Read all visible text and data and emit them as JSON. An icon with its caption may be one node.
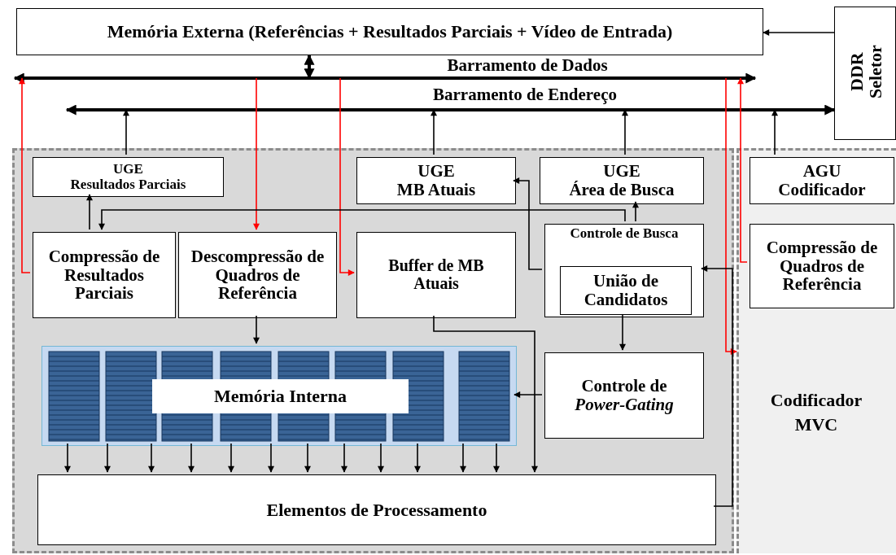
{
  "diagram": {
    "nodes": [
      {
        "text": [
          "Memória Externa (Referências + Resultados Parciais + Vídeo de Entrada)"
        ]
      },
      {
        "text": [
          "DDR Seletor"
        ]
      },
      {
        "text": [],
        "shape": "bar",
        "beside": [
          "Barramento de Dados"
        ]
      },
      {
        "text": [],
        "shape": "bar",
        "beside": [
          "Barramento de Endereço"
        ]
      },
      {
        "text": [],
        "shape": "box"
      },
      {
        "text": [
          "UGE",
          "Resultados Parciais"
        ],
        "in": 4
      },
      {
        "text": [
          "UGE",
          "MB Atuais"
        ],
        "in": 4
      },
      {
        "text": [
          "UGE",
          "Área de Busca"
        ],
        "in": 4
      },
      {
        "text": [
          "Compressão de Resultados Parciais"
        ],
        "in": 4
      },
      {
        "text": [
          "Descompressão de Quadros de Referência"
        ],
        "in": 4
      },
      {
        "text": [
          "Buffer de MB Atuais"
        ],
        "in": 4
      },
      {
        "text": [
          "Controle de Busca"
        ],
        "in": 4
      },
      {
        "text": [
          "União de Candidatos"
        ],
        "in": 11
      },
      {
        "text": [
          "Memória Interna"
        ],
        "in": 4
      },
      {
        "text": [
          "Controle de *Power-Gating*"
        ],
        "in": 4
      },
      {
        "text": [
          "Elementos de Processamento"
        ],
        "in": 4
      },
      {
        "text": [
          "Codificador MVC"
        ]
      },
      {
        "text": [
          "AGU",
          "Codificador"
        ],
        "in": 16
      },
      {
        "text": [
          "Compressão de Quadros de Referência"
        ],
        "in": 16
      }
    ],
    "edges": [
      {
        "from": 0,
        "to": 2,
        "arrow": "both",
        "style": "thick"
      },
      {
        "from": 1,
        "to": 0,
        "arrow": "to"
      },
      {
        "from": 3,
        "to": 1,
        "arrow": "to",
        "style": "thick"
      },
      {
        "from": 5,
        "to": 3,
        "arrow": "to"
      },
      {
        "from": 6,
        "to": 3,
        "arrow": "to"
      },
      {
        "from": 7,
        "to": 3,
        "arrow": "to"
      },
      {
        "from": 17,
        "to": 3,
        "arrow": "to"
      },
      {
        "from": 8,
        "to": 2,
        "arrow": "to",
        "color": "#ff0000"
      },
      {
        "from": 2,
        "to": 9,
        "arrow": "to",
        "color": "#ff0000"
      },
      {
        "from": 2,
        "to": 10,
        "arrow": "to",
        "color": "#ff0000"
      },
      {
        "from": 18,
        "to": 2,
        "arrow": "to",
        "color": "#ff0000"
      },
      {
        "from": 2,
        "to": 16,
        "arrow": "to",
        "color": "#ff0000"
      },
      {
        "from": 15,
        "to": 11,
        "arrow": "to"
      },
      {
        "from": 11,
        "to": 7,
        "arrow": "to"
      },
      {
        "from": 11,
        "to": 8,
        "arrow": "to"
      },
      {
        "from": 8,
        "to": 5,
        "arrow": "to"
      },
      {
        "from": 11,
        "to": 6,
        "arrow": "to"
      },
      {
        "from": 11,
        "to": 14,
        "arrow": "to"
      },
      {
        "from": 9,
        "to": 13,
        "arrow": "to"
      },
      {
        "from": 14,
        "to": 13,
        "arrow": "to"
      },
      {
        "from": 10,
        "to": 15,
        "arrow": "to"
      },
      {
        "from": 13,
        "to": 15,
        "arrow": "to"
      },
      {
        "from": 13,
        "to": 15,
        "arrow": "to"
      },
      {
        "from": 13,
        "to": 15,
        "arrow": "to"
      },
      {
        "from": 13,
        "to": 15,
        "arrow": "to"
      },
      {
        "from": 13,
        "to": 15,
        "arrow": "to"
      },
      {
        "from": 13,
        "to": 15,
        "arrow": "to"
      },
      {
        "from": 13,
        "to": 15,
        "arrow": "to"
      },
      {
        "from": 13,
        "to": 15,
        "arrow": "to"
      },
      {
        "from": 13,
        "to": 15,
        "arrow": "to"
      },
      {
        "from": 13,
        "to": 15,
        "arrow": "to"
      },
      {
        "from": 13,
        "to": 15,
        "arrow": "to"
      },
      {
        "from": 13,
        "to": 15,
        "arrow": "to"
      }
    ]
  }
}
